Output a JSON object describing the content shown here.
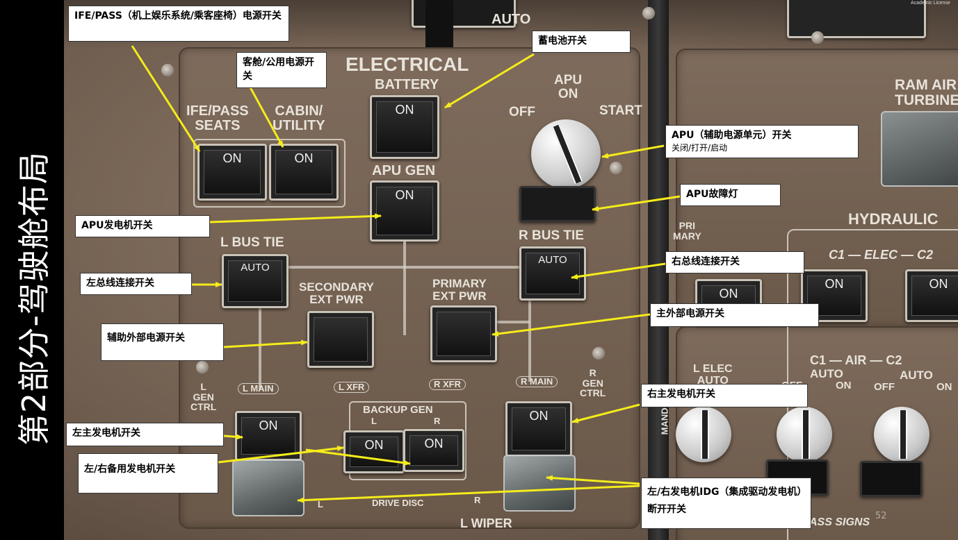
{
  "slide": {
    "title": "第2部分-驾驶舱布局",
    "page_number": "52",
    "license_text": "Academic License"
  },
  "panel": {
    "section_title": "ELECTRICAL",
    "auto_top": "AUTO",
    "battery": {
      "label": "BATTERY",
      "state": "ON"
    },
    "ife_pass": {
      "label": "IFE/PASS\nSEATS",
      "state": "ON"
    },
    "cabin_utility": {
      "label": "CABIN/\nUTILITY",
      "state": "ON"
    },
    "apu_gen": {
      "label": "APU GEN",
      "state": "ON"
    },
    "apu_selector": {
      "off": "OFF",
      "apu_on": "APU\nON",
      "start": "START"
    },
    "l_bus_tie": {
      "label": "L BUS TIE",
      "state": "AUTO"
    },
    "r_bus_tie": {
      "label": "R BUS TIE",
      "state": "AUTO"
    },
    "secondary_ext_pwr": {
      "label": "SECONDARY\nEXT PWR"
    },
    "primary_ext_pwr": {
      "label": "PRIMARY\nEXT PWR"
    },
    "l_gen_ctrl": {
      "label": "L\nGEN\nCTRL",
      "state": "ON"
    },
    "r_gen_ctrl": {
      "label": "R\nGEN\nCTRL",
      "state": "ON"
    },
    "bus_labels": {
      "l_main": "L MAIN",
      "l_xfr": "L XFR",
      "r_xfr": "R XFR",
      "r_main": "R MAIN"
    },
    "backup_gen": {
      "label": "BACKUP  GEN",
      "l": "L",
      "r": "R",
      "l_state": "ON",
      "r_state": "ON"
    },
    "drive_disc": {
      "l": "L",
      "label": "DRIVE DISC",
      "r": "R"
    },
    "l_wiper": "L WIPER",
    "hydraulic": {
      "label": "HYDRAULIC",
      "c1_elec_c2": "C1 — ELEC — C2",
      "c1_state": "ON",
      "c2_state": "ON",
      "primary_state": "ON",
      "primary_vertical": "PRI\nMARY",
      "l_elec": "L ELEC\nAUTO",
      "demand": "MAND",
      "c1_air_c2": "C1 — AIR — C2",
      "auto_on_1": "AUTO",
      "on_1": "ON",
      "off_2": "OFF",
      "auto_2": "AUTO",
      "on_2": "ON",
      "off_left": "OFF"
    },
    "ram_air": "RAM AIR\nTURBINE",
    "pass_signs": "ASS SIGNS"
  },
  "callouts": {
    "ife_pass": "IFE/PASS（机上娱乐系统/乘客座椅）电源开关",
    "cabin_utility": "客舱/公用电源开关",
    "battery": "蓄电池开关",
    "apu_switch_title": "APU（辅助电源单元）开关",
    "apu_switch_sub": "关闭/打开/启动",
    "apu_fault": "APU故障灯",
    "apu_gen": "APU发电机开关",
    "l_bus_tie": "左总线连接开关",
    "r_bus_tie": "右总线连接开关",
    "secondary_ext": "辅助外部电源开关",
    "primary_ext": "主外部电源开关",
    "r_gen": "右主发电机开关",
    "l_gen": "左主发电机开关",
    "backup_gen": "左/右备用发电机开关",
    "idg": "左/右发电机IDG（集成驱动发电机）断开开关"
  },
  "colors": {
    "arrow": "#f5ec1a",
    "panel": "#7a6757",
    "panel_text": "#e8e3da"
  }
}
